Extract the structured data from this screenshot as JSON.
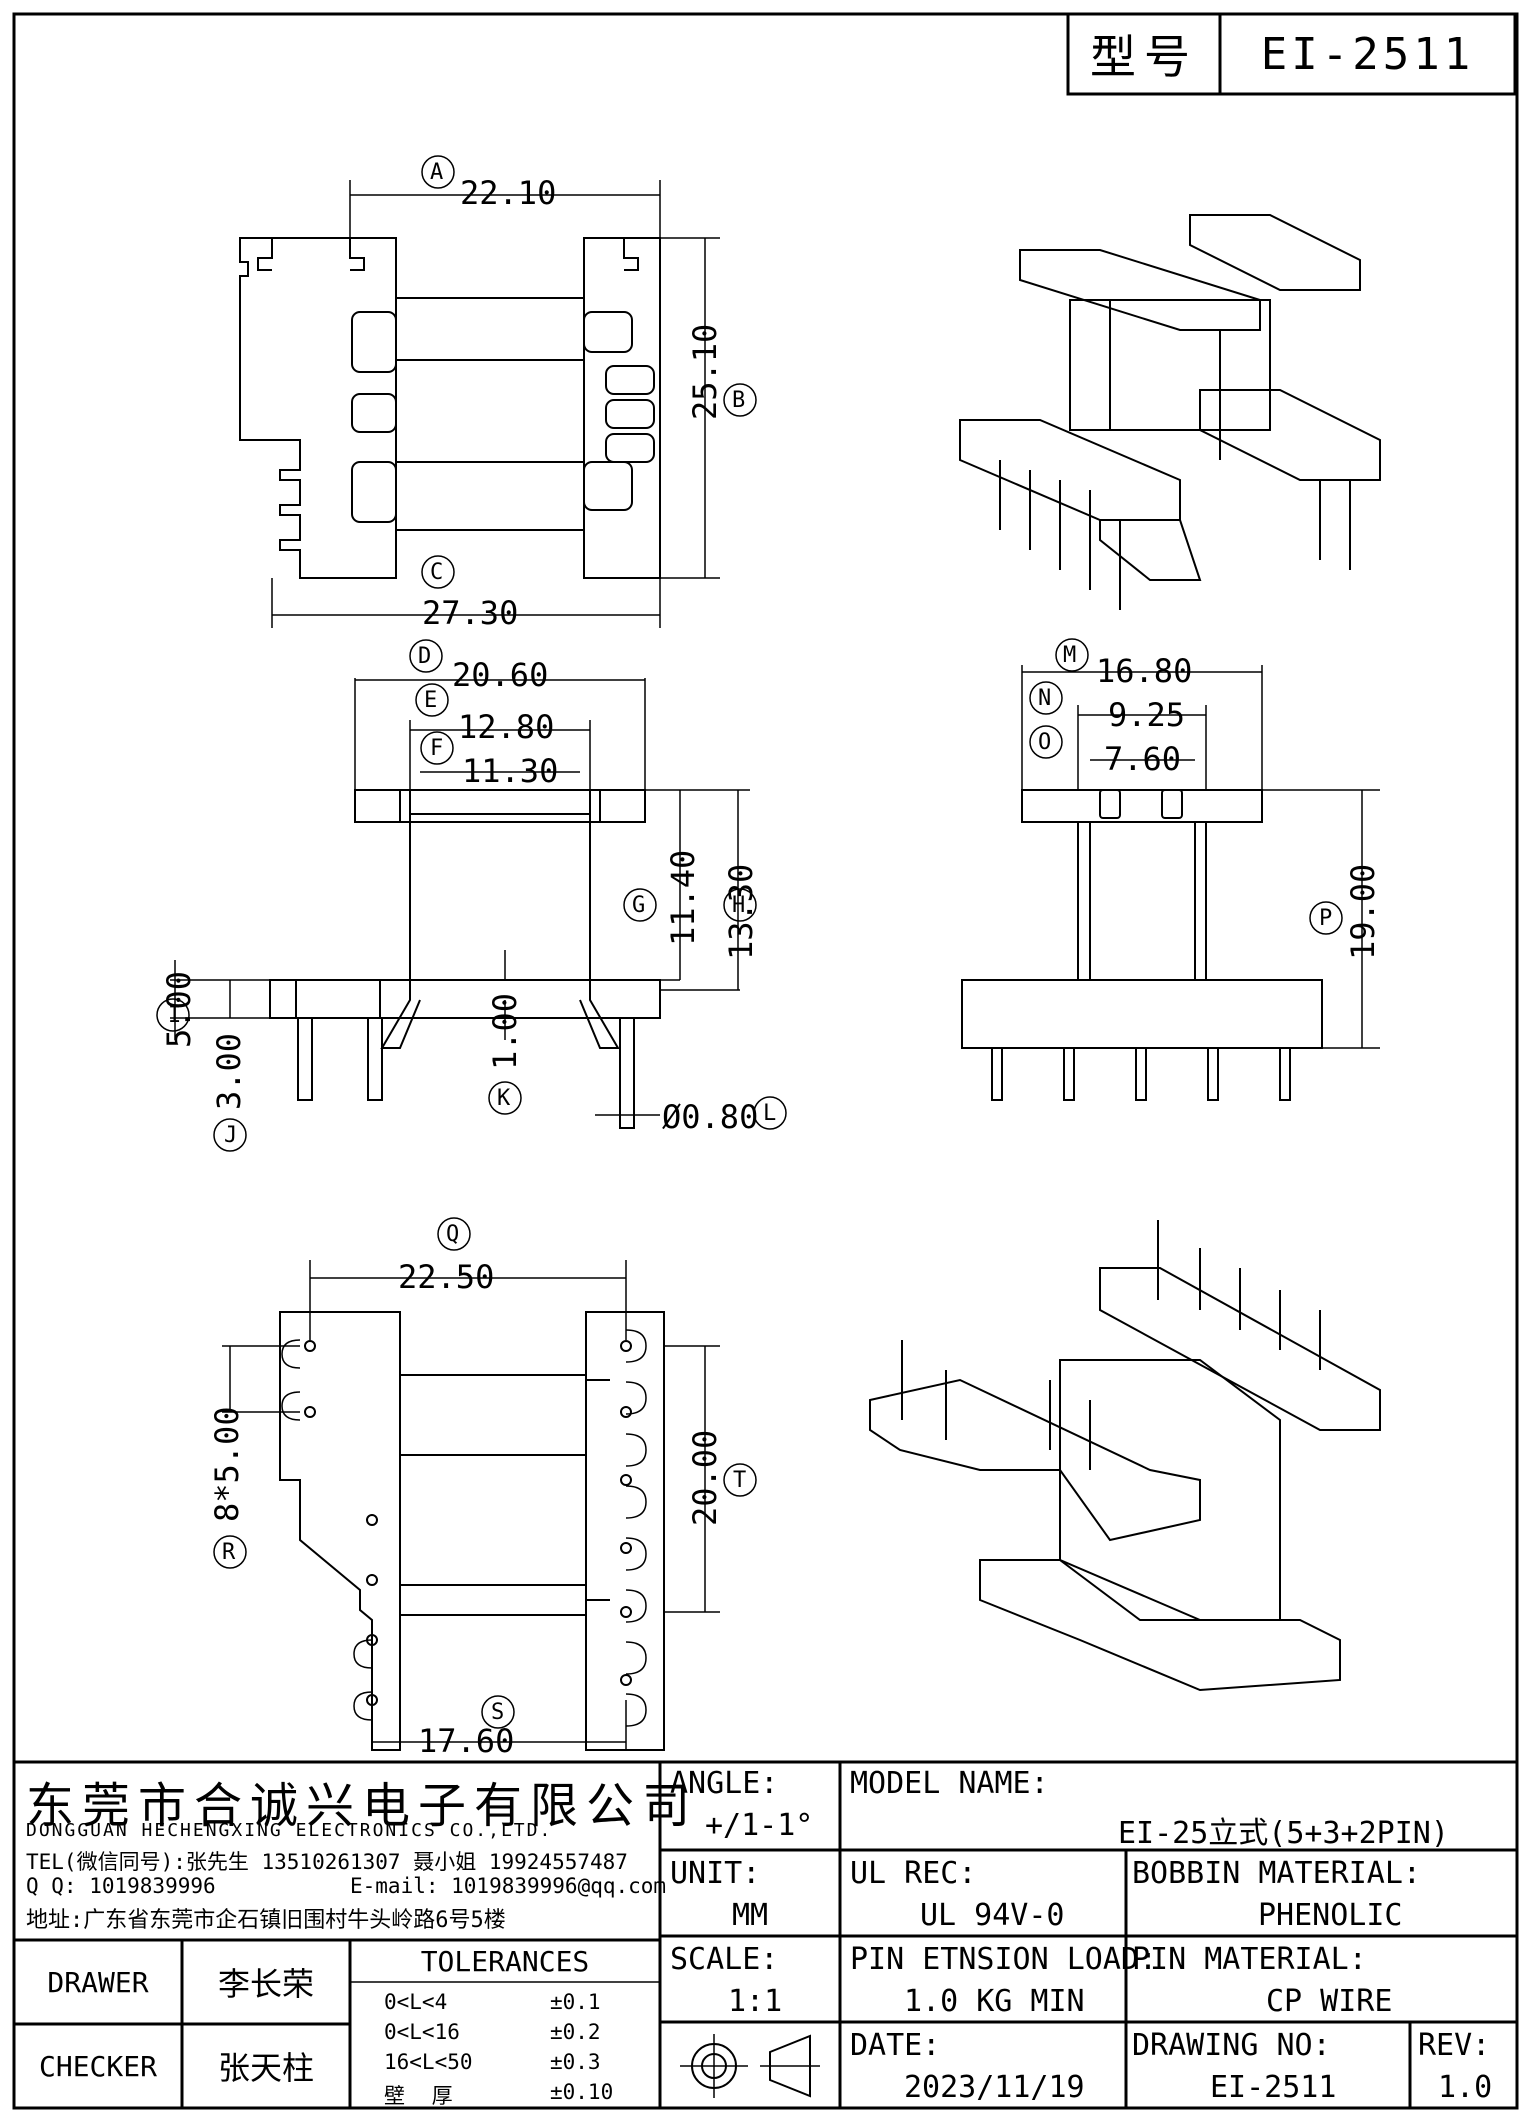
{
  "title_block_top": {
    "label": "型号",
    "value": "EI-2511"
  },
  "dimensions": {
    "A": "22.10",
    "B": "25.10",
    "C": "27.30",
    "D": "20.60",
    "E": "12.80",
    "F": "11.30",
    "G": "11.40",
    "H": "13.30",
    "I": "5.00",
    "J": "3.00",
    "K": "1.00",
    "L": "Ø0.80",
    "M": "16.80",
    "N": "9.25",
    "O": "7.60",
    "P": "19.00",
    "Q": "22.50",
    "R": "8*5.00",
    "S": "17.60",
    "T": "20.00"
  },
  "company": {
    "name_cn": "东莞市合诚兴电子有限公司",
    "name_en": "DONGGUAN HECHENGXING ELECTRONICS CO.,LTD.",
    "tel": "TEL(微信同号):张先生 13510261307 聂小姐 19924557487",
    "qq": "Q Q: 1019839996",
    "email": "E-mail: 1019839996@qq.com",
    "address": "地址:广东省东莞市企石镇旧围村牛头岭路6号5楼"
  },
  "angle": {
    "label": "ANGLE:",
    "value": "+/1-1°"
  },
  "model_name": {
    "label": "MODEL NAME:",
    "value": "EI-25立式(5+3+2PIN)"
  },
  "unit": {
    "label": "UNIT:",
    "value": "MM"
  },
  "ul_rec": {
    "label": "UL REC:",
    "value": "UL 94V-0"
  },
  "bobbin_material": {
    "label": "BOBBIN MATERIAL:",
    "value": "PHENOLIC"
  },
  "drawer": {
    "label": "DRAWER",
    "value": "李长荣"
  },
  "checker": {
    "label": "CHECKER",
    "value": "张天柱"
  },
  "tolerances": {
    "title": "TOLERANCES",
    "rows": [
      {
        "range": "0<L<4",
        "tol": "±0.1"
      },
      {
        "range": "0<L<16",
        "tol": "±0.2"
      },
      {
        "range": "16<L<50",
        "tol": "±0.3"
      },
      {
        "range": "壁 厚",
        "tol": "±0.10"
      }
    ]
  },
  "scale": {
    "label": "SCALE:",
    "value": "1:1"
  },
  "pin_tension": {
    "label": "PIN ETNSION LOAD:",
    "value": "1.0 KG MIN"
  },
  "pin_material": {
    "label": "PIN MATERIAL:",
    "value": "CP WIRE"
  },
  "date": {
    "label": "DATE:",
    "value": "2023/11/19"
  },
  "drawing_no": {
    "label": "DRAWING NO:",
    "value": "EI-2511"
  },
  "rev": {
    "label": "REV:",
    "value": "1.0"
  }
}
